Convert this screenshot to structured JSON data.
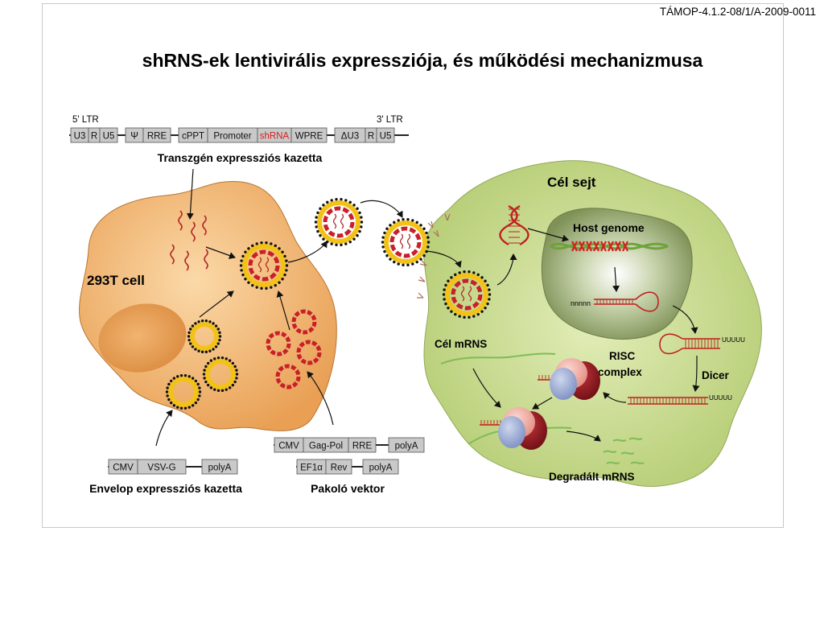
{
  "header_code": "TÁMOP-4.1.2-08/1/A-2009-0011",
  "title": "shRNS-ek lentivirális expressziója, és működési mechanizmusa",
  "transgene": {
    "ltr5_label": "5' LTR",
    "ltr3_label": "3' LTR",
    "segments": [
      "U3",
      "R",
      "U5",
      "Ψ",
      "RRE",
      "cPPT",
      "Promoter",
      "shRNA",
      "WPRE",
      "ΔU3",
      "R",
      "U5"
    ],
    "caption": "Transzgén expressziós kazetta"
  },
  "producer_cell_label": "293T cell",
  "target_cell": {
    "title": "Cél sejt",
    "host_genome": "Host genome",
    "target_mrna": "Cél mRNS",
    "risc_complex_line1": "RISC",
    "risc_complex_line2": "complex",
    "dicer": "Dicer",
    "degraded_mrna": "Degradált mRNS",
    "polyU_short": "UUUUU",
    "poly_n": "nnnnn"
  },
  "envelope": {
    "segments": [
      "CMV",
      "VSV-G",
      "polyA"
    ],
    "caption": "Envelop expressziós kazetta"
  },
  "packaging": {
    "row1": [
      "CMV",
      "Gag-Pol",
      "RRE",
      "polyA"
    ],
    "row2": [
      "EF1α",
      "Rev",
      "polyA"
    ],
    "caption": "Pakoló vektor"
  },
  "colors": {
    "cassette_fill": "#c9c9c9",
    "shrna_text": "#d42020",
    "producer_cell": "#f0b06a",
    "target_cell": "#c6d88a",
    "nucleus": "#8a9d62",
    "capsid_red": "#c8202a",
    "envelope_yellow": "#f2c218"
  }
}
